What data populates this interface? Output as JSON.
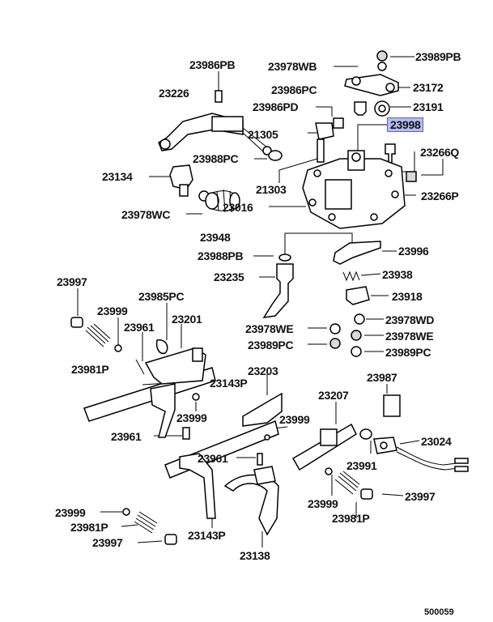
{
  "labels": [
    {
      "id": "23989PB"
    },
    {
      "id": "23978WB"
    },
    {
      "id": "23986PB"
    },
    {
      "id": "23986PC"
    },
    {
      "id": "23172"
    },
    {
      "id": "23226"
    },
    {
      "id": "23986PD"
    },
    {
      "id": "23191"
    },
    {
      "id": "23998",
      "highlight": true
    },
    {
      "id": "21305"
    },
    {
      "id": "23988PC"
    },
    {
      "id": "23266Q"
    },
    {
      "id": "23134"
    },
    {
      "id": "21303"
    },
    {
      "id": "23266P"
    },
    {
      "id": "23016"
    },
    {
      "id": "23978WC"
    },
    {
      "id": "23948"
    },
    {
      "id": "23996"
    },
    {
      "id": "23988PB"
    },
    {
      "id": "23938"
    },
    {
      "id": "23235"
    },
    {
      "id": "23997"
    },
    {
      "id": "23985PC"
    },
    {
      "id": "23918"
    },
    {
      "id": "23999"
    },
    {
      "id": "23201"
    },
    {
      "id": "23978WD"
    },
    {
      "id": "23961"
    },
    {
      "id": "23978WE"
    },
    {
      "id": "23978WE"
    },
    {
      "id": "23989PC"
    },
    {
      "id": "23989PC"
    },
    {
      "id": "23981P"
    },
    {
      "id": "23143P"
    },
    {
      "id": "23203"
    },
    {
      "id": "23987"
    },
    {
      "id": "23207"
    },
    {
      "id": "23999"
    },
    {
      "id": "23999"
    },
    {
      "id": "23961"
    },
    {
      "id": "23024"
    },
    {
      "id": "23961"
    },
    {
      "id": "23991"
    },
    {
      "id": "23997"
    },
    {
      "id": "23999"
    },
    {
      "id": "23999"
    },
    {
      "id": "23981P"
    },
    {
      "id": "23981P"
    },
    {
      "id": "23143P"
    },
    {
      "id": "23997"
    },
    {
      "id": "23138"
    }
  ],
  "document_id": "500059",
  "highlight_color": "#b4bdf0"
}
